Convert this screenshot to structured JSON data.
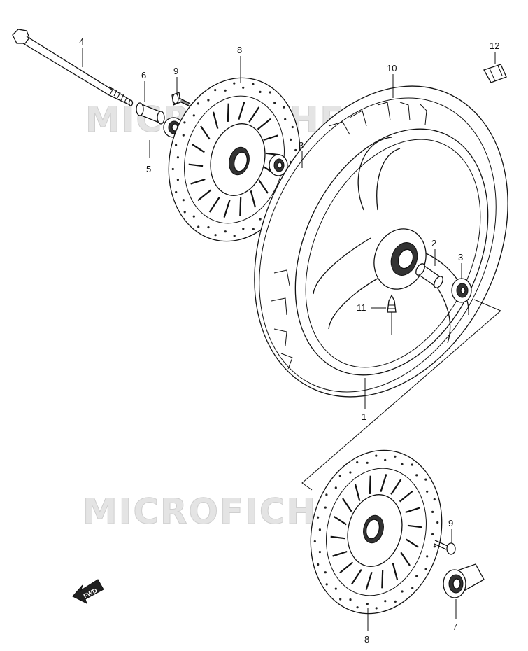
{
  "watermark": {
    "text": "MICROFICHE.NET"
  },
  "direction_marker": {
    "label": "FWD",
    "icon": "arrow-icon"
  },
  "callouts": {
    "c1": "1",
    "c2": "2",
    "c3a": "3",
    "c3b": "3",
    "c4": "4",
    "c5": "5",
    "c6": "6",
    "c7": "7",
    "c8a": "8",
    "c8b": "8",
    "c9a": "9",
    "c9b": "9",
    "c10": "10",
    "c11": "11",
    "c12": "12"
  }
}
